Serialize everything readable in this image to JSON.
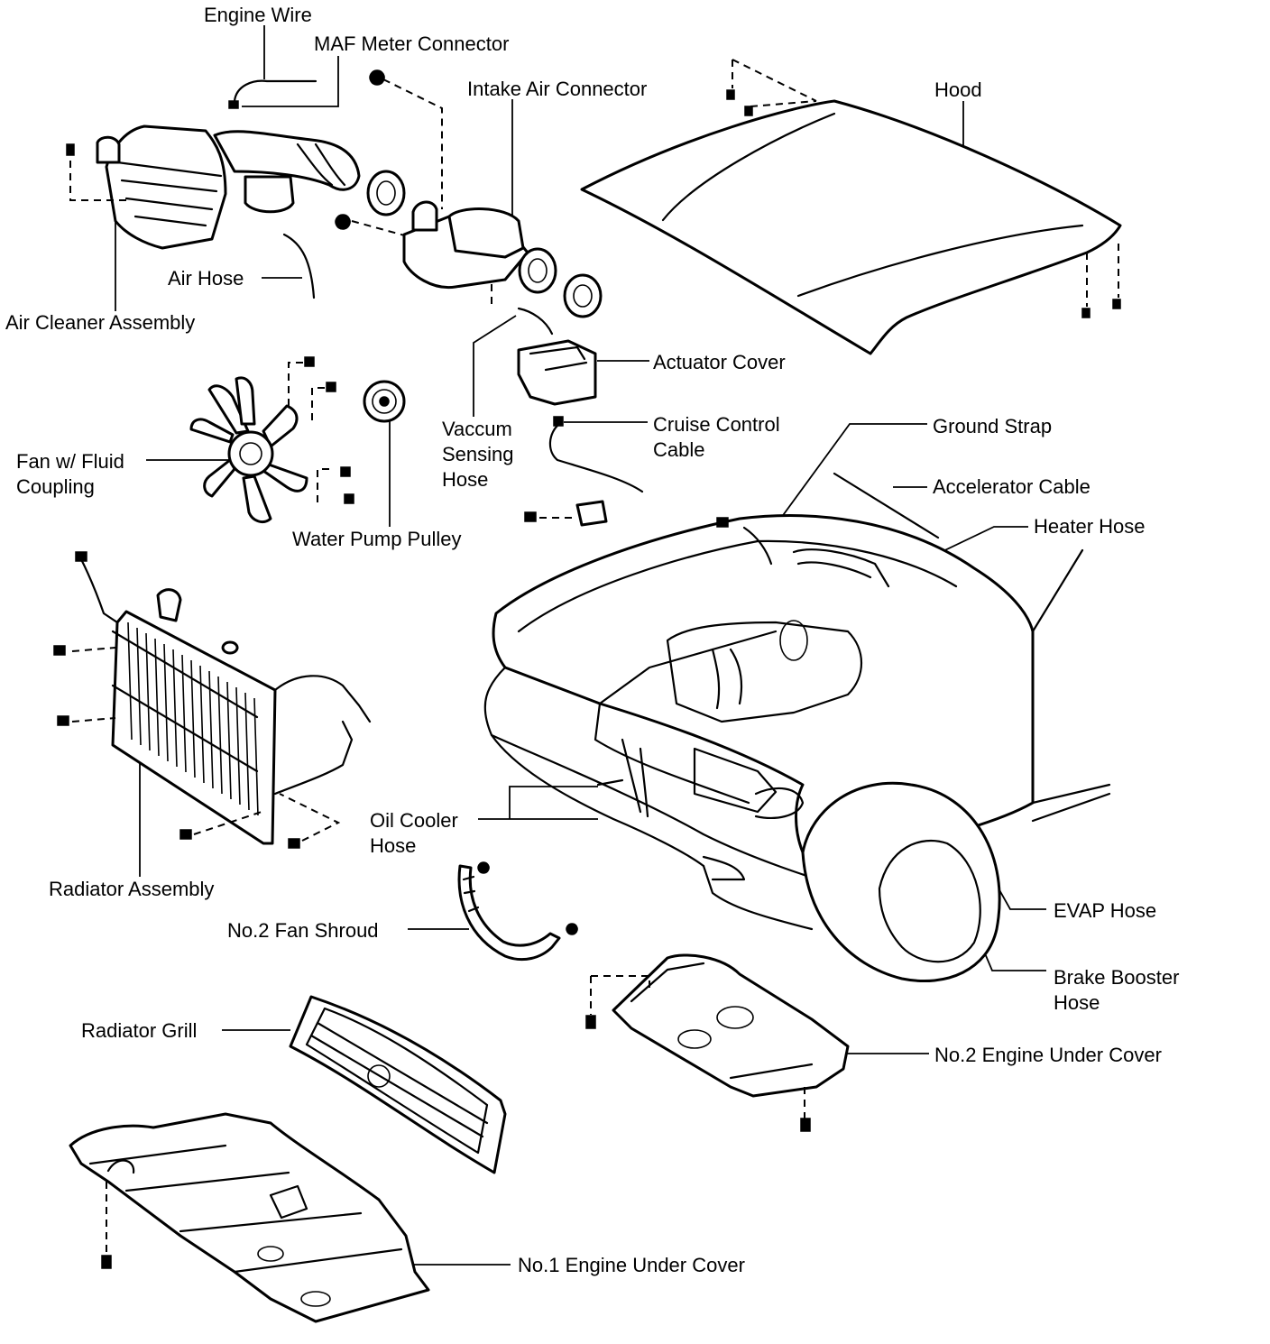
{
  "labels": {
    "engine_wire": "Engine Wire",
    "maf_meter_connector": "MAF Meter Connector",
    "intake_air_connector": "Intake Air Connector",
    "hood": "Hood",
    "air_hose": "Air Hose",
    "air_cleaner_assembly": "Air Cleaner Assembly",
    "actuator_cover": "Actuator Cover",
    "vaccum_sensing_hose": "Vaccum\nSensing\nHose",
    "cruise_control_cable": "Cruise Control\nCable",
    "ground_strap": "Ground Strap",
    "accelerator_cable": "Accelerator Cable",
    "heater_hose": "Heater Hose",
    "fan_w_fluid_coupling": "Fan w/ Fluid\nCoupling",
    "water_pump_pulley": "Water Pump Pulley",
    "oil_cooler_hose": "Oil Cooler\nHose",
    "radiator_assembly": "Radiator Assembly",
    "evap_hose": "EVAP Hose",
    "no2_fan_shroud": "No.2 Fan Shroud",
    "brake_booster_hose": "Brake Booster\nHose",
    "radiator_grill": "Radiator Grill",
    "no2_engine_under_cover": "No.2 Engine Under Cover",
    "no1_engine_under_cover": "No.1 Engine Under Cover"
  }
}
